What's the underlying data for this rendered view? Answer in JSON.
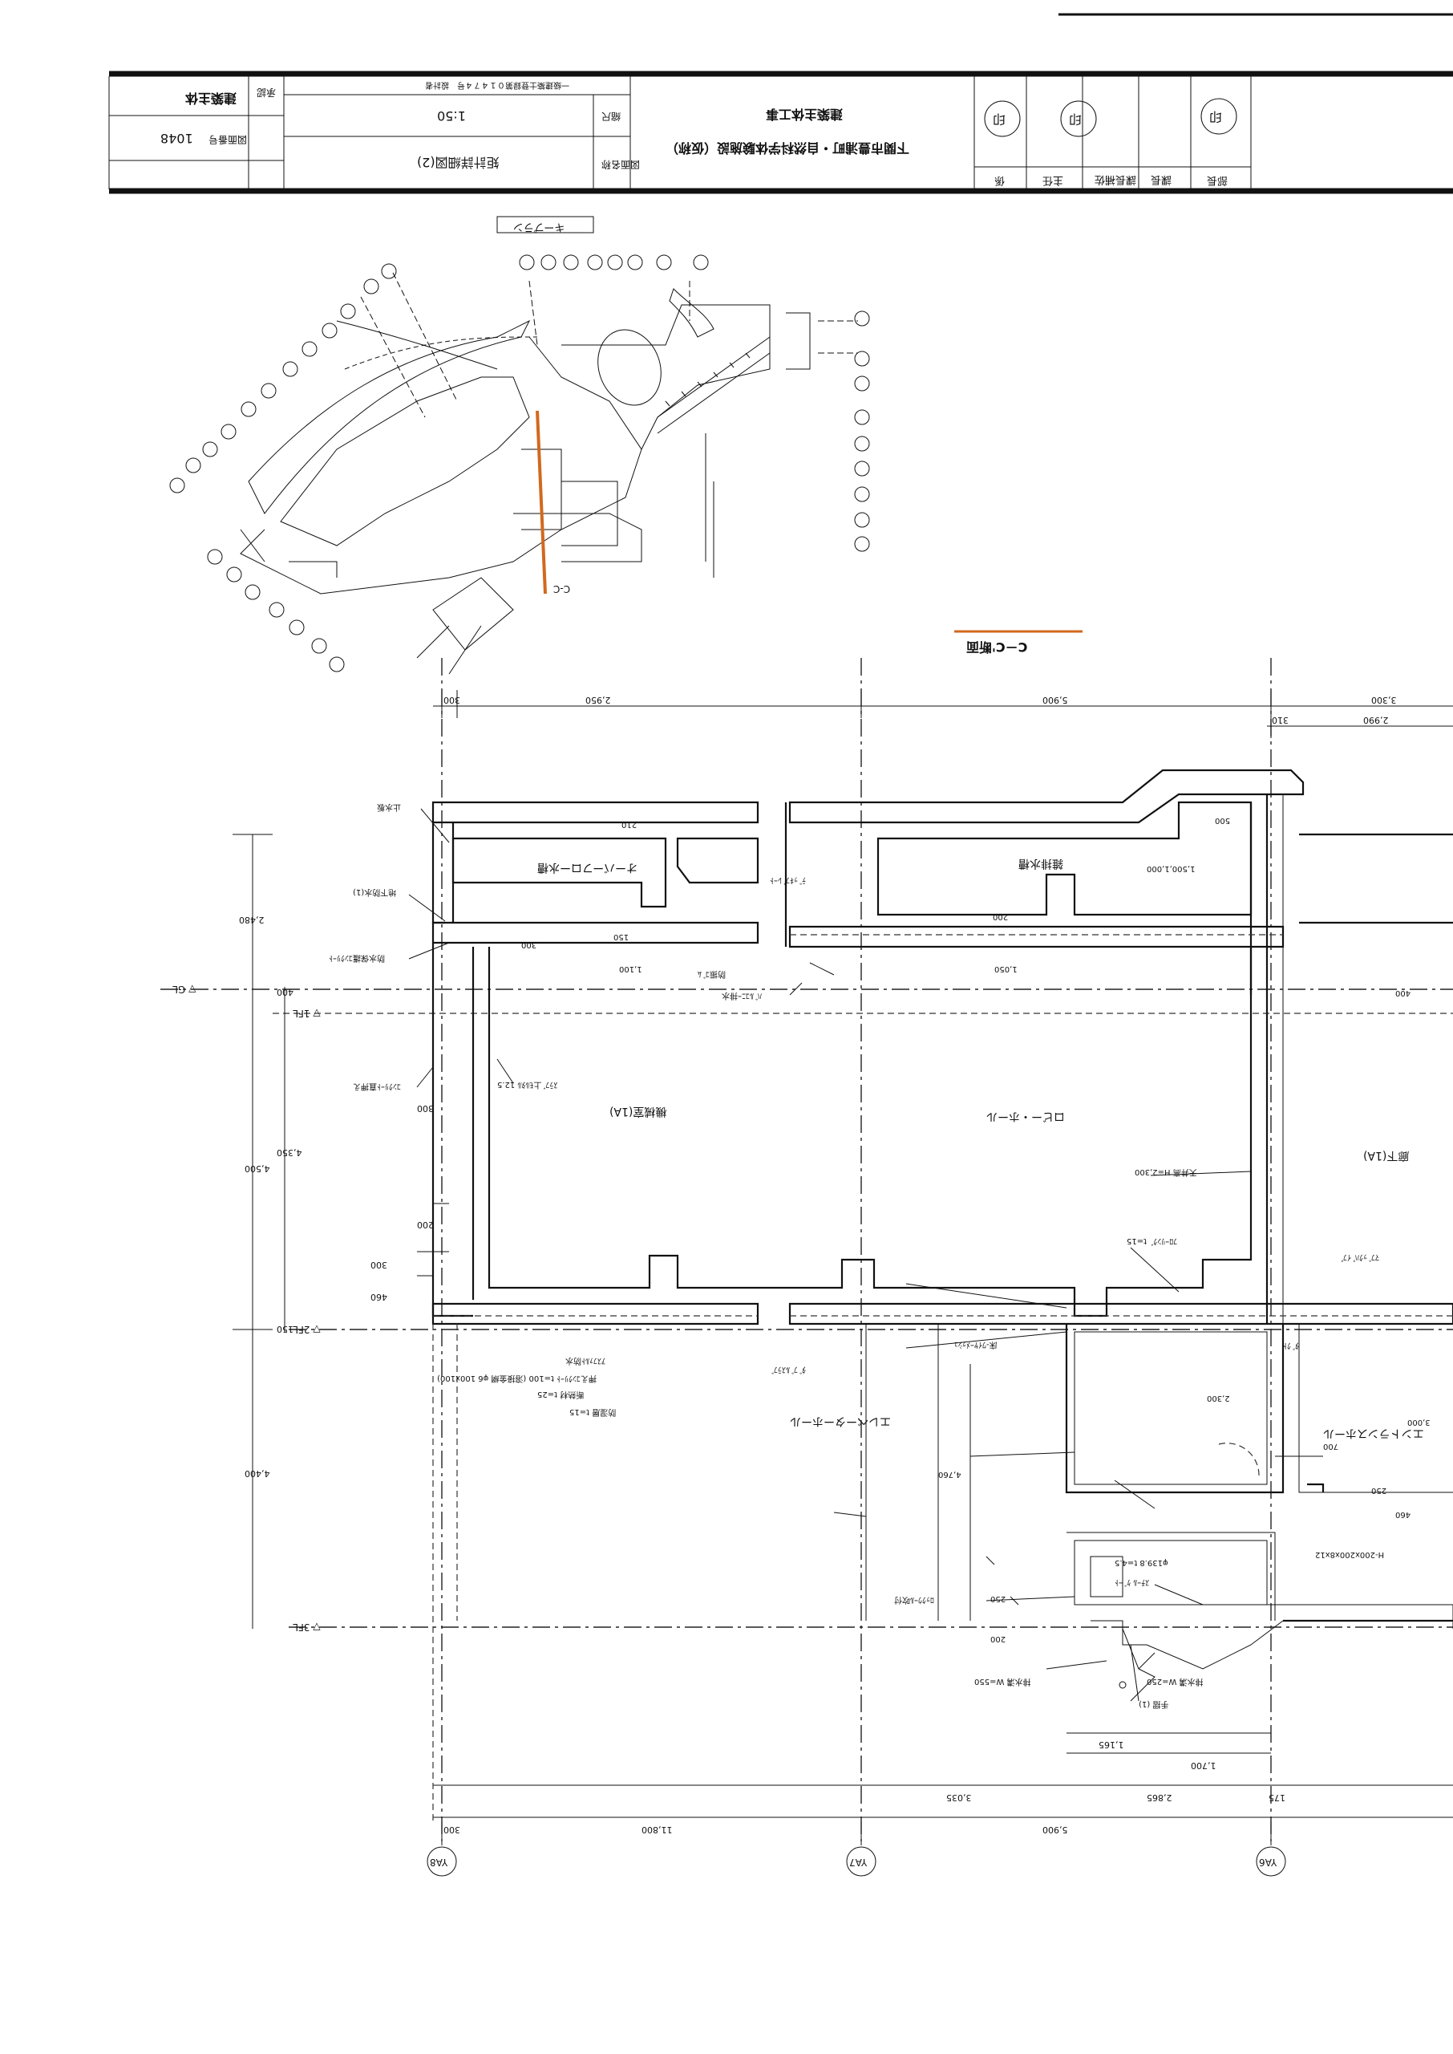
{
  "title_block": {
    "label_drawing_no": "図面番号",
    "drawing_no": "1048",
    "label_approve": "承認",
    "approve_value": "建築主体",
    "label_scale": "縮尺",
    "scale": "1:50",
    "label_title": "図面名称",
    "drawing_title": "矩計詳細図(2)",
    "design_office_note": "一級建築士登録第０１４７４号　設計者",
    "project_name": "下関市豊浦町・自然科学体験施設（仮称）",
    "work_type": "建築主体工事",
    "stamp_labels": [
      "係",
      "主任",
      "課長補佐",
      "課長",
      "部長"
    ],
    "stamps": [
      "印",
      "印",
      "印"
    ]
  },
  "key_plan": {
    "label": "キープラン",
    "section_mark": "C-C"
  },
  "section": {
    "title": "C－C'断面",
    "rooms": [
      "オーバーフロー水槽",
      "雑排水槽",
      "機械室(1A)",
      "ロビー・ホール",
      "エントランスホール",
      "廊下(1A)",
      "エレベーターホール"
    ],
    "levels": [
      "▽ GL",
      "▽ 1FL",
      "▽ 2FL",
      "▽ 3FL"
    ],
    "top_dims": [
      "300",
      "2,950",
      "5,900",
      "3,300",
      "310",
      "2,990"
    ],
    "bottom_dims": [
      "300",
      "11,800",
      "5,900",
      "3,035",
      "2,865",
      "175",
      "1,700",
      "1,165"
    ],
    "left_dims": [
      "2,480",
      "400",
      "4,500",
      "4,350",
      "4,400",
      "150",
      "300",
      "460",
      "200",
      "300"
    ],
    "axes": [
      "YA8",
      "YA7",
      "YA6"
    ],
    "notes": [
      "地下防水(1)",
      "止水板",
      "防水保護ｺﾝｸﾘｰﾄ",
      "ｺﾝｸﾘｰﾄ直押え",
      "ｽﾗﾌﾞ上ﾓﾙﾀﾙ 12.5",
      "ﾃﾞｯｷﾌﾟﾚｰﾄ",
      "防振ｺﾞﾑ",
      "ﾊﾞﾙｺﾆｰ排水",
      "ｱｽﾌｧﾙﾄ防水",
      "押えｺﾝｸﾘｰﾄ t=100 (溶接金網 φ6 100x100)",
      "断熱材 t=25",
      "防湿層 t=15",
      "ﾀﾞﾌﾞﾙｽﾗﾌﾞ",
      "床-ﾜｲﾔｰﾒｯｼｭ",
      "ﾌﾛｰﾘﾝｸﾞ t=15",
      "天井高 H=2,300",
      "ﾛｯｸｳｰﾙ吹付",
      "H-200x200x8x12",
      "φ139.8 t=4.5",
      "ｽﾁｰﾙ ｹﾞｰﾄ",
      "排水溝 W=250",
      "排水溝 W=550",
      "手摺 (1)",
      "ﾀﾞｸﾄ",
      "ﾏﾌﾞｯｸﾊﾟｲﾌﾟ"
    ],
    "small_dims": [
      "500",
      "1,100",
      "1,050",
      "300",
      "200",
      "150",
      "210",
      "250",
      "400",
      "460",
      "700",
      "2,300",
      "3,000",
      "4,760",
      "250",
      "200",
      "1,500,1,000"
    ]
  }
}
